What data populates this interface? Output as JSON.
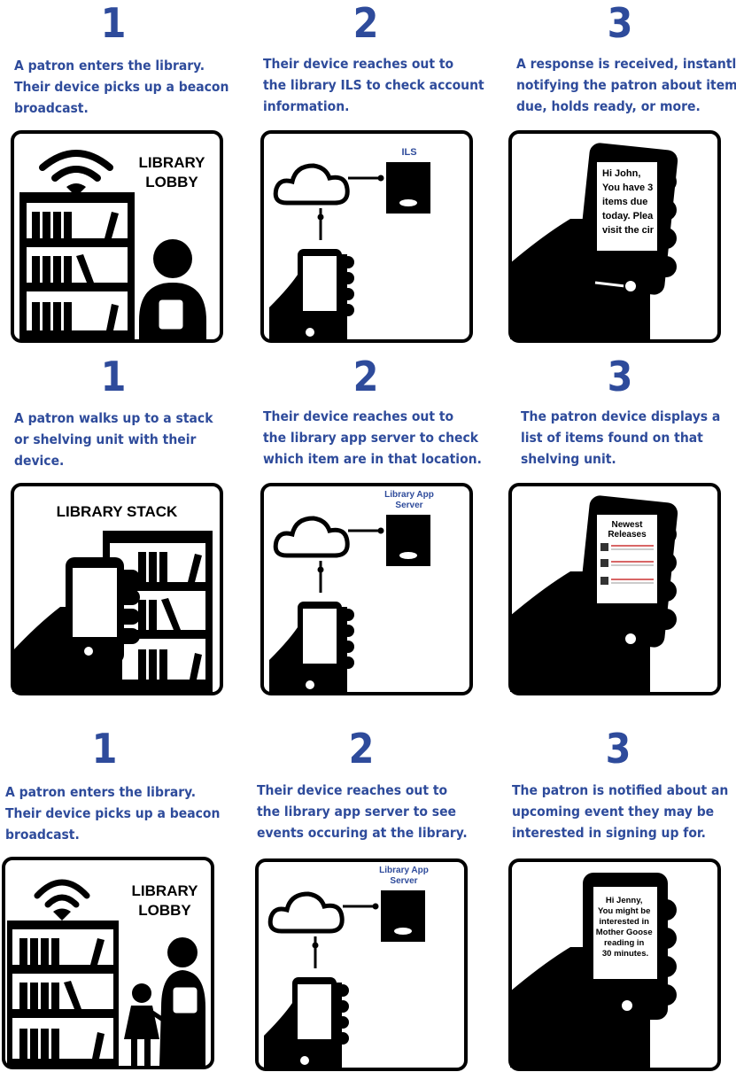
{
  "accent_color": "#2e4b9b",
  "rows": [
    {
      "steps": [
        {
          "number": "1",
          "caption": "A patron enters the library.\nTheir device picks up a beacon\nbroadcast.",
          "panel_text": "LIBRARY\nLOBBY"
        },
        {
          "number": "2",
          "caption": "Their device reaches out to\nthe library ILS to check account\ninformation.",
          "panel_text": "ILS"
        },
        {
          "number": "3",
          "caption": "A response is received, instantly\nnotifying the patron about items\ndue, holds ready, or more.",
          "panel_text": "Hi John,\nYou have 3\nitems due\ntoday. Plea\nvisit the cir"
        }
      ]
    },
    {
      "steps": [
        {
          "number": "1",
          "caption": "A patron walks up to a stack\nor shelving unit with their\ndevice.",
          "panel_text": "LIBRARY STACK"
        },
        {
          "number": "2",
          "caption": "Their device reaches out to\nthe library app server to check\nwhich item are in that location.",
          "panel_text": "Library App\nServer"
        },
        {
          "number": "3",
          "caption": "The patron device displays a\nlist of items found on that\nshelving unit.",
          "panel_text": "Newest\nReleases"
        }
      ]
    },
    {
      "steps": [
        {
          "number": "1",
          "caption": "A patron enters the library.\nTheir device picks up a beacon\nbroadcast.",
          "panel_text": "LIBRARY\nLOBBY"
        },
        {
          "number": "2",
          "caption": "Their device reaches out to\nthe library app server to see\nevents occuring at the library.",
          "panel_text": "Library App\nServer"
        },
        {
          "number": "3",
          "caption": "The patron is notified about an\nupcoming event they may be\ninterested in signing up for.",
          "panel_text": "Hi Jenny,\nYou might be\ninterested in\nMother Goose\nreading in\n30 minutes."
        }
      ]
    }
  ]
}
